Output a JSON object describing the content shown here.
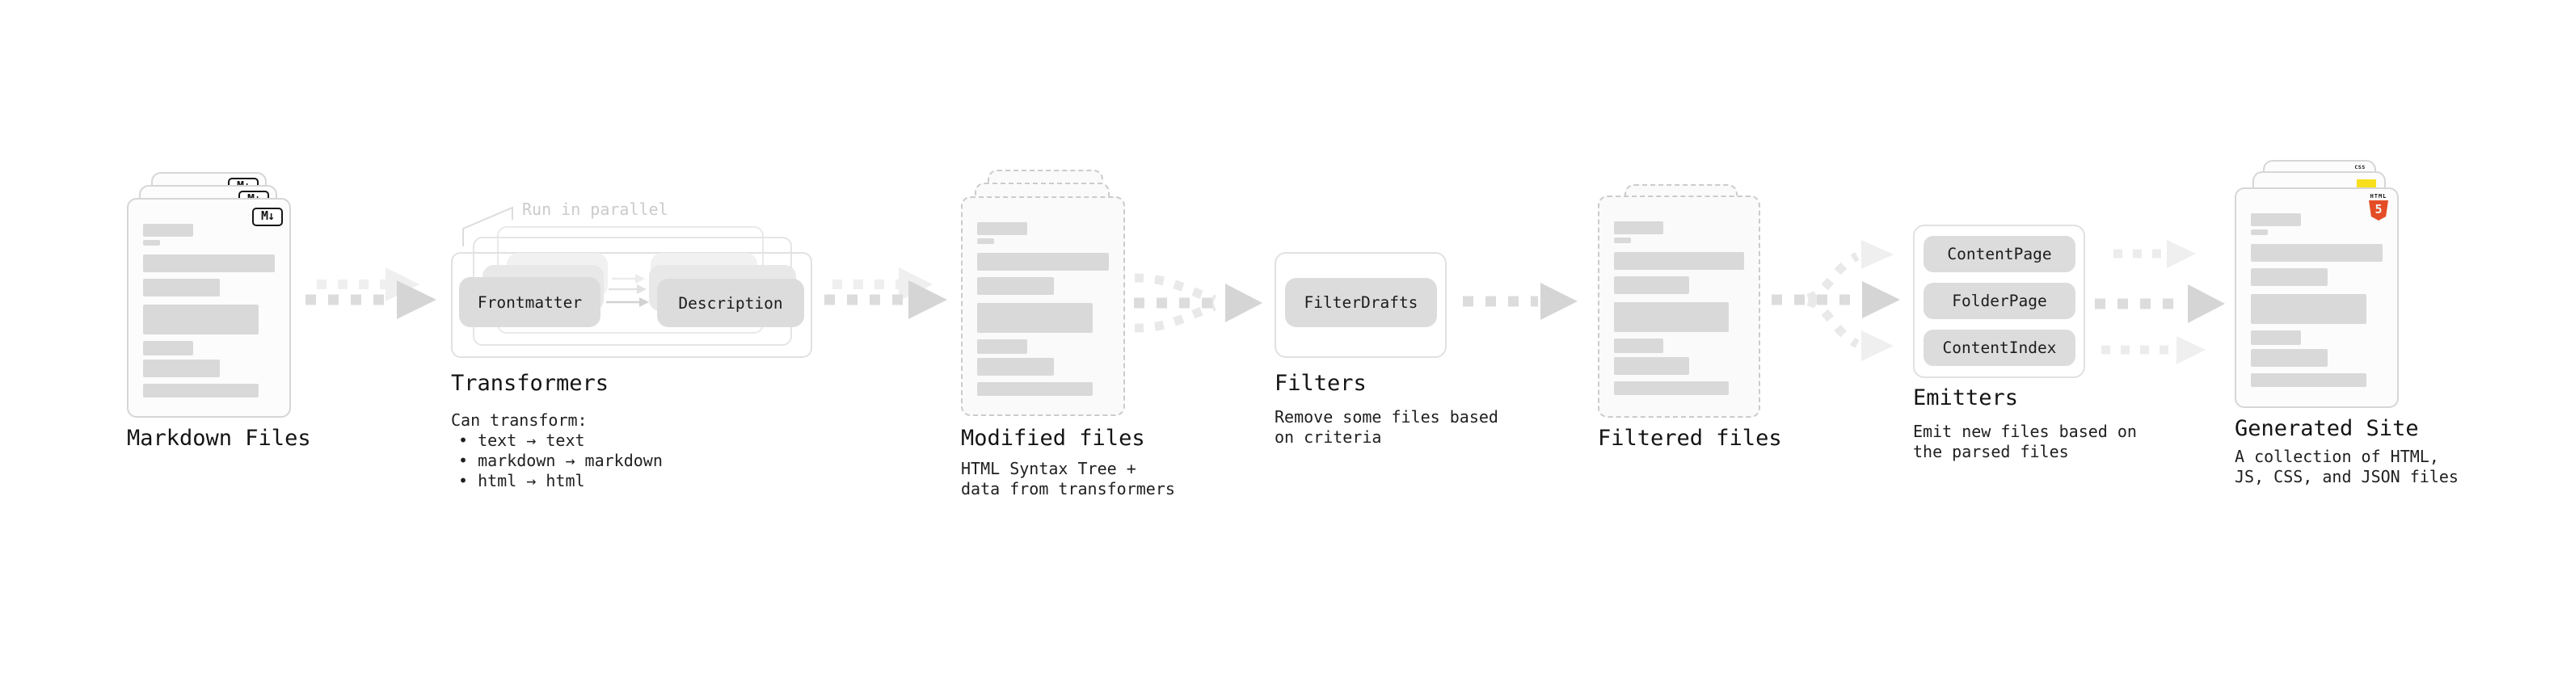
{
  "stages": {
    "markdown": {
      "label": "Markdown Files",
      "badge": "M↓",
      "stack_count": 3
    },
    "transformers": {
      "label": "Transformers",
      "note": "Run in parallel",
      "pill_left": "Frontmatter",
      "pill_right": "Description",
      "desc_title": "Can transform:",
      "bullets": [
        "• text → text",
        "• markdown → markdown",
        "• html → html"
      ]
    },
    "modified": {
      "label": "Modified files",
      "desc_line1": "HTML Syntax Tree +",
      "desc_line2": "data from transformers",
      "stack_count": 3
    },
    "filters": {
      "label": "Filters",
      "pill": "FilterDrafts",
      "desc_line1": "Remove some files based",
      "desc_line2": "on criteria"
    },
    "filtered": {
      "label": "Filtered files",
      "stack_count": 2
    },
    "emitters": {
      "label": "Emitters",
      "pills": [
        "ContentPage",
        "FolderPage",
        "ContentIndex"
      ],
      "desc_line1": "Emit new files based on",
      "desc_line2": "the parsed files"
    },
    "generated": {
      "label": "Generated Site",
      "desc_line1": "A collection of HTML,",
      "desc_line2": "JS, CSS, and JSON files",
      "badge_html_label": "HTML",
      "badge_html_number": "5",
      "badge_css": "CSS",
      "stack_count": 3
    }
  },
  "colors": {
    "html5-orange": "#e44d26",
    "js-yellow": "#f7df1e",
    "css-blue": "#3b63f0",
    "badge-ink": "#161616"
  }
}
